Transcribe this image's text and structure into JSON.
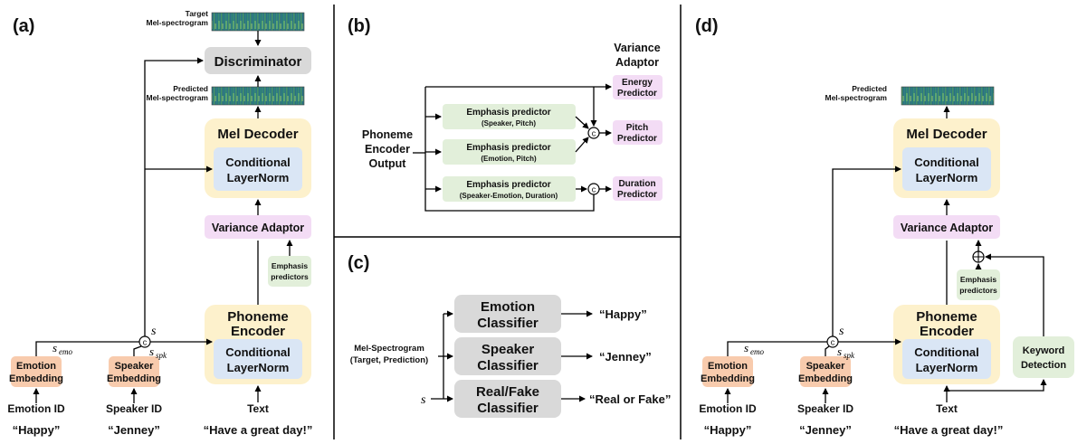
{
  "panels": {
    "a": "(a)",
    "b": "(b)",
    "c": "(c)",
    "d": "(d)"
  },
  "panel_a": {
    "target_mel_line1": "Target",
    "target_mel_line2": "Mel-spectrogram",
    "discriminator": "Discriminator",
    "predicted_mel_line1": "Predicted",
    "predicted_mel_line2": "Mel-spectrogram",
    "mel_decoder": "Mel Decoder",
    "cond_layernorm_line1": "Conditional",
    "cond_layernorm_line2": "LayerNorm",
    "variance_adaptor": "Variance Adaptor",
    "emphasis_line1": "Emphasis",
    "emphasis_line2": "predictors",
    "phoneme_encoder_line1": "Phoneme",
    "phoneme_encoder_line2": "Encoder",
    "enc_cond_line1": "Conditional",
    "enc_cond_line2": "LayerNorm",
    "emotion_emb_line1": "Emotion",
    "emotion_emb_line2": "Embedding",
    "speaker_emb_line1": "Speaker",
    "speaker_emb_line2": "Embedding",
    "s_label": "s",
    "s_emo_label": "s",
    "s_emo_sub": "emo",
    "s_spk_label": "s",
    "s_spk_sub": "spk",
    "concat_symbol": "c",
    "emotion_id": "Emotion ID",
    "speaker_id": "Speaker ID",
    "text_label": "Text",
    "emotion_example": "“Happy”",
    "speaker_example": "“Jenney”",
    "text_example": "“Have a great day!”"
  },
  "panel_b": {
    "variance_adaptor_line1": "Variance",
    "variance_adaptor_line2": "Adaptor",
    "energy_line1": "Energy",
    "energy_line2": "Predictor",
    "pitch_line1": "Pitch",
    "pitch_line2": "Predictor",
    "duration_line1": "Duration",
    "duration_line2": "Predictor",
    "phoneme_output_line1": "Phoneme",
    "phoneme_output_line2": "Encoder",
    "phoneme_output_line3": "Output",
    "ep1_title": "Emphasis predictor",
    "ep1_sub": "(Speaker, Pitch)",
    "ep2_title": "Emphasis predictor",
    "ep2_sub": "(Emotion, Pitch)",
    "ep3_title": "Emphasis predictor",
    "ep3_sub": "(Speaker-Emotion, Duration)",
    "concat_symbol": "c"
  },
  "panel_c": {
    "input_line1": "Mel-Spectrogram",
    "input_line2": "(Target, Prediction)",
    "emotion_cls_line1": "Emotion",
    "emotion_cls_line2": "Classifier",
    "speaker_cls_line1": "Speaker",
    "speaker_cls_line2": "Classifier",
    "realfake_cls_line1": "Real/Fake",
    "realfake_cls_line2": "Classifier",
    "out_emotion": "“Happy”",
    "out_speaker": "“Jenney”",
    "out_realfake": "“Real or Fake”",
    "s_label": "s"
  },
  "panel_d": {
    "predicted_mel_line1": "Predicted",
    "predicted_mel_line2": "Mel-spectrogram",
    "mel_decoder": "Mel Decoder",
    "cond_layernorm_line1": "Conditional",
    "cond_layernorm_line2": "LayerNorm",
    "variance_adaptor": "Variance Adaptor",
    "emphasis_line1": "Emphasis",
    "emphasis_line2": "predictors",
    "phoneme_encoder_line1": "Phoneme",
    "phoneme_encoder_line2": "Encoder",
    "enc_cond_line1": "Conditional",
    "enc_cond_line2": "LayerNorm",
    "keyword_line1": "Keyword",
    "keyword_line2": "Detection",
    "emotion_emb_line1": "Emotion",
    "emotion_emb_line2": "Embedding",
    "speaker_emb_line1": "Speaker",
    "speaker_emb_line2": "Embedding",
    "s_label": "s",
    "s_emo_label": "s",
    "s_emo_sub": "emo",
    "s_spk_label": "s",
    "s_spk_sub": "spk",
    "concat_symbol": "c",
    "emotion_id": "Emotion ID",
    "speaker_id": "Speaker ID",
    "text_label": "Text",
    "emotion_example": "“Happy”",
    "speaker_example": "“Jenney”",
    "text_example": "“Have a great day!”"
  },
  "colors": {
    "yellow_block": "#fdf1cc",
    "blue_block": "#dae6f5",
    "gray_block": "#d9d9d9",
    "pink_block": "#f3dcf5",
    "green_block": "#e2efda",
    "orange_block": "#f8cbad",
    "spectrogram": "#2f7f83"
  }
}
